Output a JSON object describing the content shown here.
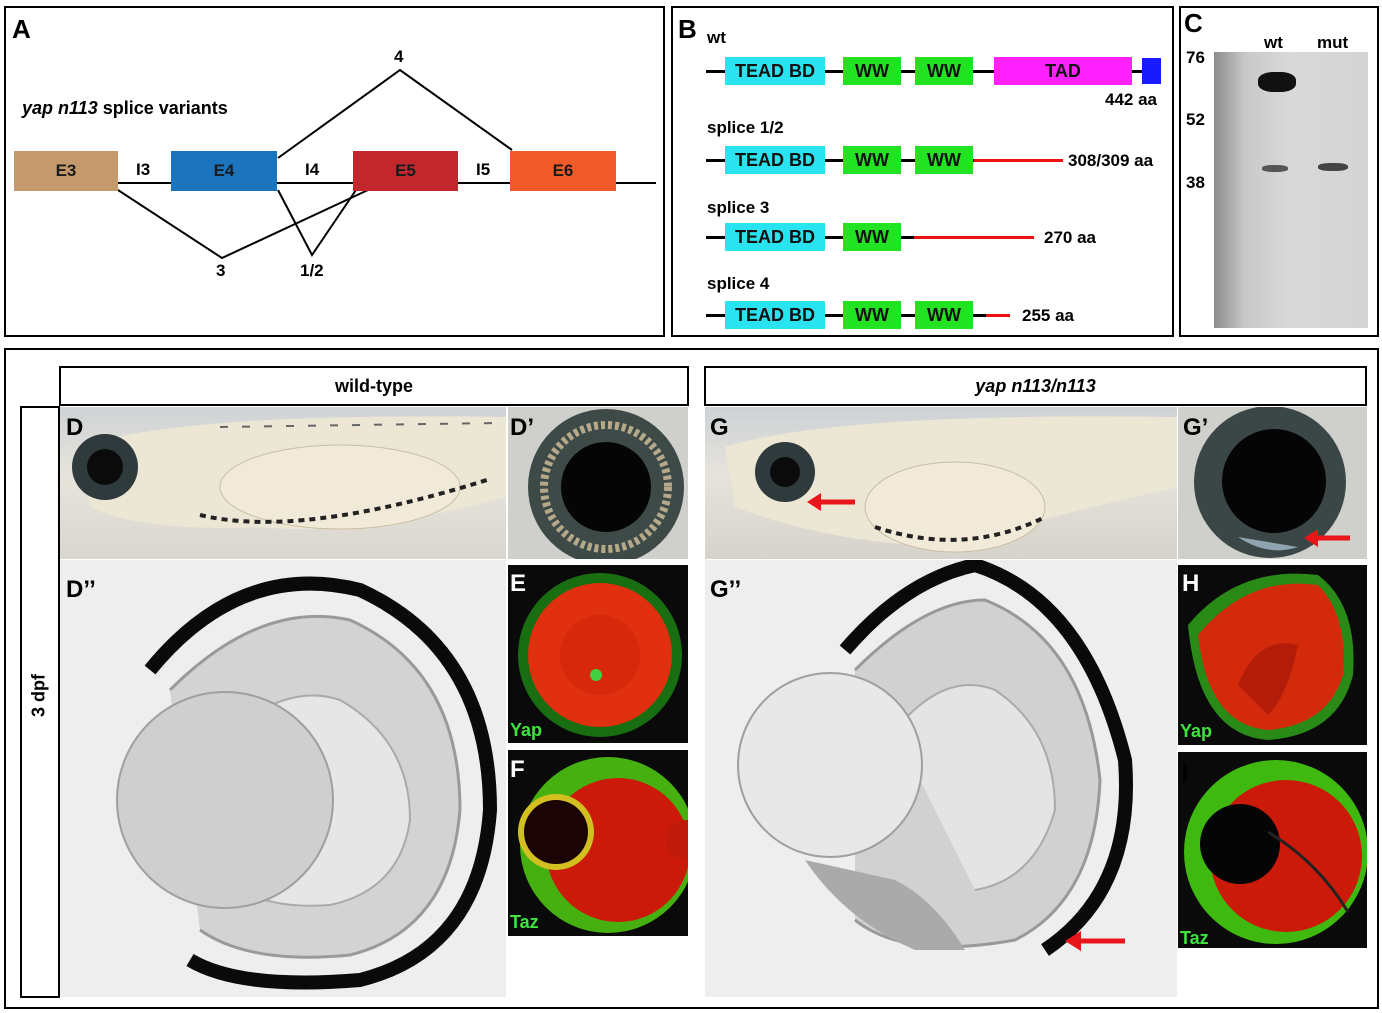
{
  "panel_a": {
    "label": "A",
    "title_gene": "yap n113",
    "title_rest": " splice variants",
    "exons": [
      "E3",
      "E4",
      "E5",
      "E6"
    ],
    "introns": [
      "I3",
      "I4",
      "I5"
    ],
    "junctions": {
      "top": "4",
      "left": "3",
      "mid": "1/2"
    },
    "colors": {
      "E3": "#c49a6c",
      "E4": "#1c75bc",
      "E5": "#c1272d",
      "E6": "#f15a29"
    }
  },
  "panel_b": {
    "label": "B",
    "rows": [
      {
        "name": "wt",
        "length": "442 aa"
      },
      {
        "name": "splice 1/2",
        "length": "308/309 aa"
      },
      {
        "name": "splice 3",
        "length": "270 aa"
      },
      {
        "name": "splice 4",
        "length": "255 aa"
      }
    ],
    "domains": {
      "tead": "TEAD BD",
      "ww": "WW",
      "tad": "TAD"
    },
    "colors": {
      "tead": "#29e3f0",
      "ww": "#22e322",
      "tad": "#ff22ff",
      "end": "#1a1aff",
      "aberrant": "#ee1111"
    }
  },
  "panel_c": {
    "label": "C",
    "lanes": [
      "wt",
      "mut"
    ],
    "markers": [
      "76",
      "52",
      "38"
    ]
  },
  "lower": {
    "stage": "3 dpf",
    "wt_header": "wild-type",
    "mut_header": "yap n113/n113",
    "sub_labels": {
      "D": "D",
      "Dp": "D’",
      "Dpp": "D’’",
      "E": "E",
      "F": "F",
      "G": "G",
      "Gp": "G’",
      "Gpp": "G’’",
      "H": "H",
      "I": "I"
    },
    "stains": {
      "yap": "Yap",
      "taz": "Taz"
    }
  }
}
